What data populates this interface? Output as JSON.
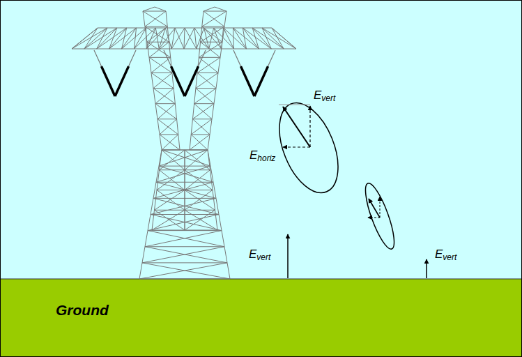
{
  "diagram": {
    "labels": [
      "Evert",
      "Ehoriz",
      "Evert",
      "Evert",
      "Ground"
    ]
  }
}
